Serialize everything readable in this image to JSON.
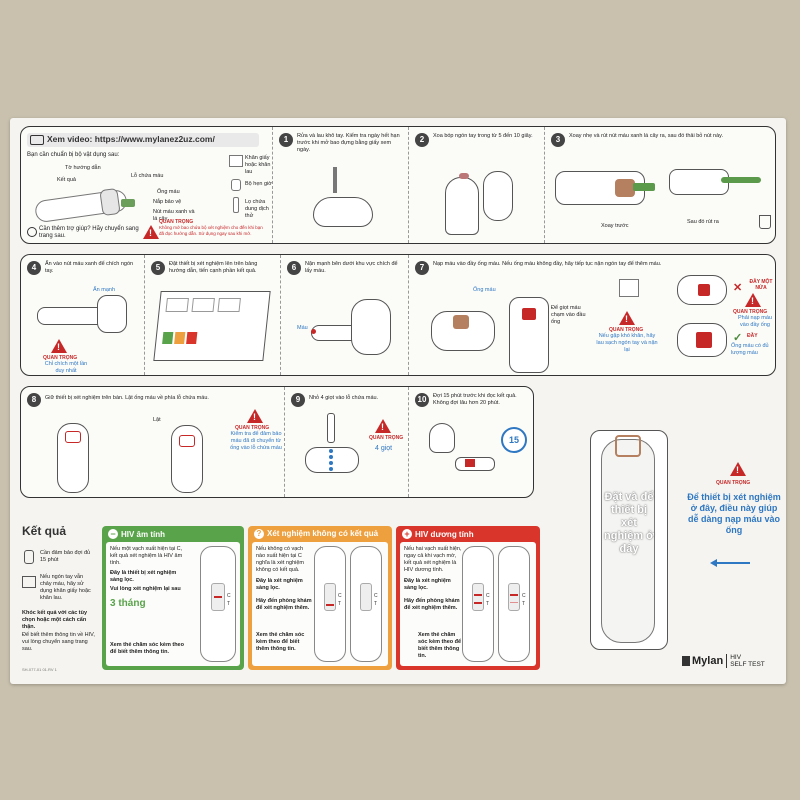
{
  "video": {
    "label": "Xem video: https://www.mylanez2uz.com/"
  },
  "prep": {
    "title": "Bạn cần chuẩn bị bộ vật dụng sau:",
    "items": [
      "Tờ hướng dẫn",
      "Kết quả",
      "Lỗ chứa máu",
      "Ống máu",
      "Nắp bảo vệ",
      "Nút máu xanh và lá cây",
      "Khăn giấy hoặc khăn lau",
      "Bộ hẹn giờ",
      "Lọ chứa dung dịch thử"
    ],
    "help": "Cần thêm trợ giúp? Hãy chuyển sang trang sau.",
    "warn_title": "QUAN TRỌNG",
    "warn_text": "Không mở bao chứa bộ xét nghiệm cho đến khi bạn đã đọc hướng dẫn. Sử dụng ngay sau khi mở."
  },
  "steps": {
    "s1": {
      "num": "1",
      "text": "Rửa và lau khô tay. Kiểm tra ngày hết hạn trước khi mở bao đựng bằng giấy xem ngày."
    },
    "s2": {
      "num": "2",
      "text": "Xoa bóp ngón tay trong từ 5 đến 10 giây."
    },
    "s3": {
      "num": "3",
      "text": "Xoay nhẹ và rút nút máu xanh lá cây ra, sau đó thải bỏ nút này.",
      "label_a": "Xoay trước",
      "label_b": "Sau đó rút ra"
    },
    "s4": {
      "num": "4",
      "text": "Ấn vào nút máu xanh để chích ngón tay.",
      "label": "Ấn mạnh",
      "warn_title": "QUAN TRỌNG",
      "warn_text": "Chỉ chích một lần duy nhất"
    },
    "s5": {
      "num": "5",
      "text": "Đặt thiết bị xét nghiệm lên trên bảng hướng dẫn, tiến cạnh phần kết quả."
    },
    "s6": {
      "num": "6",
      "text": "Nặn mạnh bên dưới khu vực chích để lấy máu.",
      "label": "Máu"
    },
    "s7": {
      "num": "7",
      "text": "Nạp máu vào đầy ống máu. Nếu ống máu không đầy, hãy tiếp tục nặn ngón tay để thêm máu.",
      "label_a": "Ống máu",
      "label_b": "Để giọt máu chạm vào đầu ống",
      "warn_title": "QUAN TRỌNG",
      "warn_text": "Nếu gặp khó khăn, hãy lau sạch ngón tay và nặn lại",
      "bad": "ĐẦY MỘT NỬA",
      "warn2_title": "QUAN TRỌNG",
      "warn2_text": "Phải nạp máu vào đầy ống",
      "good": "ĐẦY",
      "good_text": "Ống máu có đủ lượng máu"
    },
    "s8": {
      "num": "8",
      "text": "Giữ thiết bị xét nghiệm trên bàn. Lật ống máu về phía lỗ chứa máu.",
      "label": "Lật",
      "warn_title": "QUAN TRỌNG",
      "warn_text": "Kiểm tra để đảm bảo máu đã di chuyển từ ống vào lỗ chứa máu"
    },
    "s9": {
      "num": "9",
      "text": "Nhỏ 4 giọt vào lỗ chứa máu.",
      "label": "4 giọt",
      "warn_title": "QUAN TRỌNG"
    },
    "s10": {
      "num": "10",
      "text": "Đợi 15 phút trước khi đọc kết quả. Không đợi lâu hơn 20 phút.",
      "timer": "15"
    }
  },
  "place": {
    "center": "Đặt và để thiết bị xét nghiệm ở đây",
    "warn_title": "QUAN TRỌNG",
    "side_text": "Để thiết bị xét nghiệm ở đây, điều này giúp dễ dàng nạp máu vào ống"
  },
  "results": {
    "title": "Kết quả",
    "note1": "Cần đảm bảo đợi đủ 15 phút",
    "note2": "Nếu ngón tay vẫn chảy máu, hãy sử dụng khăn giấy hoặc khăn lau.",
    "note3": "Khóc kết quả với các tùy chọn hoặc một cách cẩn thận.",
    "note4": "Để biết thêm thông tin về HIV, vui lòng chuyển sang trang sau.",
    "neg": {
      "title": "HIV âm tính",
      "text": "Nếu một vạch xuất hiện tại C, kết quả xét nghiệm là HIV âm tính.",
      "text2": "Đây là thiết bị xét nghiệm sàng lọc.",
      "text3": "Vui lòng xét nghiệm lại sau",
      "months": "3 tháng",
      "text4": "Xem thẻ chăm sóc kèm theo để biết thêm thông tin."
    },
    "inv": {
      "title": "Xét nghiệm không có kết quả",
      "text": "Nếu không có vạch nào xuất hiện tại C nghĩa là xét nghiệm không có kết quả.",
      "text2": "Đây là xét nghiệm sàng lọc.",
      "text3": "Hãy đến phòng khám để xét nghiệm thêm.",
      "text4": "Xem thẻ chăm sóc kèm theo để biết thêm thông tin."
    },
    "pos": {
      "title": "HIV dương tính",
      "text": "Nếu hai vạch xuất hiện, ngay cả khi vạch mờ, kết quả xét nghiệm là HIV dương tính.",
      "text2": "Đây là xét nghiệm sàng lọc.",
      "text3": "Hãy đến phòng khám để xét nghiệm thêm.",
      "text4": "Xem thẻ chăm sóc kèm theo để biết thêm thông tin."
    },
    "c": "C",
    "t": "T",
    "code": "SH-077-01 01.RV 1"
  },
  "brand": {
    "logo": "Mylan",
    "product1": "HIV",
    "product2": "SELF TEST"
  },
  "colors": {
    "green": "#59a34a",
    "orange": "#eea03e",
    "red": "#d9352b",
    "blue": "#2e77c2"
  }
}
